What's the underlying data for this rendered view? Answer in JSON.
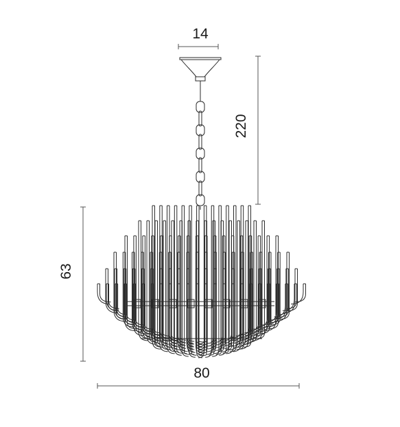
{
  "dimensions": {
    "canopy_width": "14",
    "hanging_height": "220",
    "body_height": "63",
    "body_width": "80"
  },
  "colors": {
    "line": "#2a2a2a",
    "dimension_line": "#555555",
    "background": "#ffffff"
  }
}
